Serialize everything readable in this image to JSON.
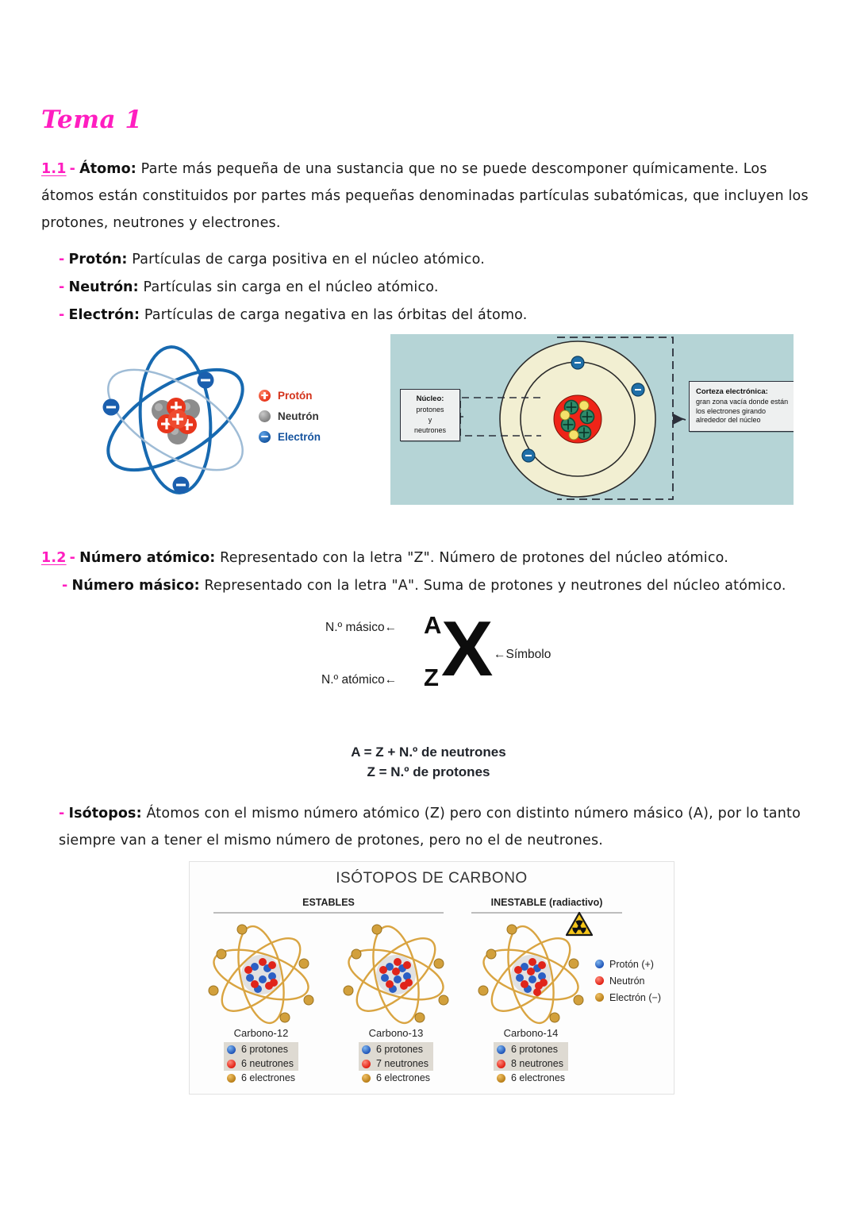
{
  "document": {
    "title": "Tema 1"
  },
  "sections": [
    {
      "number": "1.1",
      "dash": "-",
      "term": "Átomo:",
      "body": "Parte más pequeña de una sustancia que no se puede descomponer químicamente. Los átomos están constituidos por partes más pequeñas denominadas partículas subatómicas, que incluyen los protones, neutrones y electrones."
    }
  ],
  "particle_bullets": [
    {
      "dash": "-",
      "term": "Protón:",
      "body": "Partículas de carga positiva en el núcleo atómico."
    },
    {
      "dash": "-",
      "term": "Neutrón:",
      "body": "Partículas sin carga en el núcleo atómico."
    },
    {
      "dash": "-",
      "term": "Electrón:",
      "body": "Partículas de carga negativa en las órbitas del átomo."
    }
  ],
  "section_1_2": {
    "number": "1.2",
    "dash": "-",
    "term": "Número atómico:",
    "body": "Representado con la letra \"Z\". Número de protones del núcleo atómico.",
    "sub": {
      "dash": "-",
      "term": "Número másico:",
      "body": "Representado con la letra \"A\". Suma de protones y neutrones del núcleo atómico."
    }
  },
  "isotopes_note": {
    "dash": "-",
    "term": "Isótopos:",
    "body": "Átomos con el mismo número atómico (Z) pero con distinto número másico (A), por lo tanto siempre van a tener el mismo número de protones, pero no el de neutrones."
  },
  "figure_atom": {
    "name": "atom-model-diagram",
    "legend": [
      {
        "label": "Protón",
        "icon": "plus-circle-icon",
        "color": "#d3321a"
      },
      {
        "label": "Neutrón",
        "icon": "gray-sphere-icon",
        "color": "#333333"
      },
      {
        "label": "Electrón",
        "icon": "minus-circle-icon",
        "color": "#15539e"
      }
    ]
  },
  "figure_bohr": {
    "name": "bohr-model-diagram",
    "background_color": "#b5d4d6",
    "callout_nucleus": {
      "title": "Núcleo:",
      "lines": [
        "protones",
        "y",
        "neutrones"
      ]
    },
    "callout_shell": {
      "title": "Corteza electrónica:",
      "lines": [
        "gran zona vacía donde están",
        "los electrones girando",
        "alrededor del núcleo"
      ]
    }
  },
  "figure_notation": {
    "name": "isotope-notation-diagram",
    "mass_label": "N.º másico",
    "mass_symbol": "A",
    "atomic_label": "N.º atómico",
    "atomic_symbol": "Z",
    "element_symbol": "X",
    "symbol_label": "Símbolo",
    "arrow": "←"
  },
  "formulas": {
    "line1": "A = Z + N.º de neutrones",
    "line2": "Z = N.º de protones"
  },
  "figure_isotopes": {
    "name": "carbon-isotopes-diagram",
    "title": "ISÓTOPOS DE CARBONO",
    "header_stable": "ESTABLES",
    "header_unstable": "INESTABLE (radiactivo)",
    "warning_icon": "radioactive-warning-icon",
    "columns": [
      {
        "name": "Carbono-12",
        "rows": [
          {
            "label": "6 protones",
            "color": "blue",
            "highlight": true
          },
          {
            "label": "6 neutrones",
            "color": "red",
            "highlight": true
          },
          {
            "label": "6 electrones",
            "color": "gold",
            "highlight": false
          }
        ]
      },
      {
        "name": "Carbono-13",
        "rows": [
          {
            "label": "6 protones",
            "color": "blue",
            "highlight": true
          },
          {
            "label": "7 neutrones",
            "color": "red",
            "highlight": true
          },
          {
            "label": "6 electrones",
            "color": "gold",
            "highlight": false
          }
        ]
      },
      {
        "name": "Carbono-14",
        "rows": [
          {
            "label": "6 protones",
            "color": "blue",
            "highlight": true
          },
          {
            "label": "8 neutrones",
            "color": "red",
            "highlight": true
          },
          {
            "label": "6 electrones",
            "color": "gold",
            "highlight": false
          }
        ]
      }
    ],
    "legend": [
      {
        "label": "Protón (+)",
        "color": "blue"
      },
      {
        "label": "Neutrón",
        "color": "red"
      },
      {
        "label": "Electrón (−)",
        "color": "gold"
      }
    ]
  },
  "colors": {
    "accent_pink": "#ff1ec0",
    "ink": "#1b1b1b",
    "bohr_bg": "#b5d4d6",
    "nucleus_red": "#e8251a",
    "proton_green": "#2e8b6a",
    "neutron_yellow": "#f2e06a"
  }
}
